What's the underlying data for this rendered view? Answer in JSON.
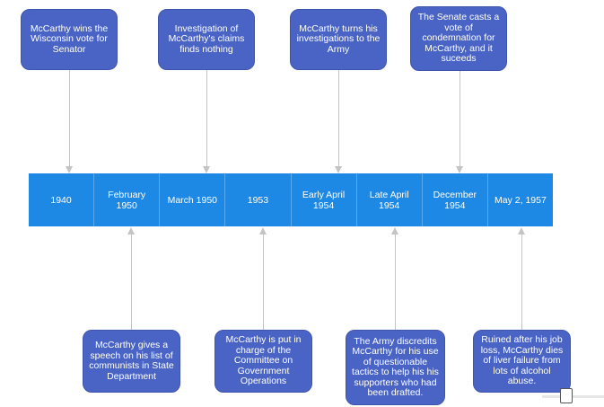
{
  "timeline": {
    "periods": [
      {
        "label": "1940"
      },
      {
        "label": "February 1950"
      },
      {
        "label": "March 1950"
      },
      {
        "label": "1953"
      },
      {
        "label": "Early April 1954"
      },
      {
        "label": "Late April 1954"
      },
      {
        "label": "December 1954"
      },
      {
        "label": "May 2, 1957"
      }
    ]
  },
  "events_above": [
    {
      "text": "McCarthy wins the Wisconsin vote for Senator",
      "period": "1940"
    },
    {
      "text": "Investigation of McCarthy's claims finds nothing",
      "period": "March 1950"
    },
    {
      "text": "McCarthy turns his investigations to the Army",
      "period": "Early April 1954"
    },
    {
      "text": "The Senate casts a vote of condemnation for McCarthy, and it suceeds",
      "period": "December 1954"
    }
  ],
  "events_below": [
    {
      "text": "McCarthy gives a speech on his list of communists in State Department",
      "period": "February 1950"
    },
    {
      "text": "McCarthy is put in charge of the Committee on Government Operations",
      "period": "1953"
    },
    {
      "text": "The Army discredits McCarthy for his use of questionable tactics to help his his supporters who had been drafted.",
      "period": "Late April 1954"
    },
    {
      "text": "Ruined after his job loss, McCarthy dies of liver failure from lots of alcohol abuse.",
      "period": "May 2, 1957"
    }
  ],
  "colors": {
    "timeline_bar": "#1e88e5",
    "event_box": "#4a64c6",
    "connector": "#c4c4c4"
  }
}
